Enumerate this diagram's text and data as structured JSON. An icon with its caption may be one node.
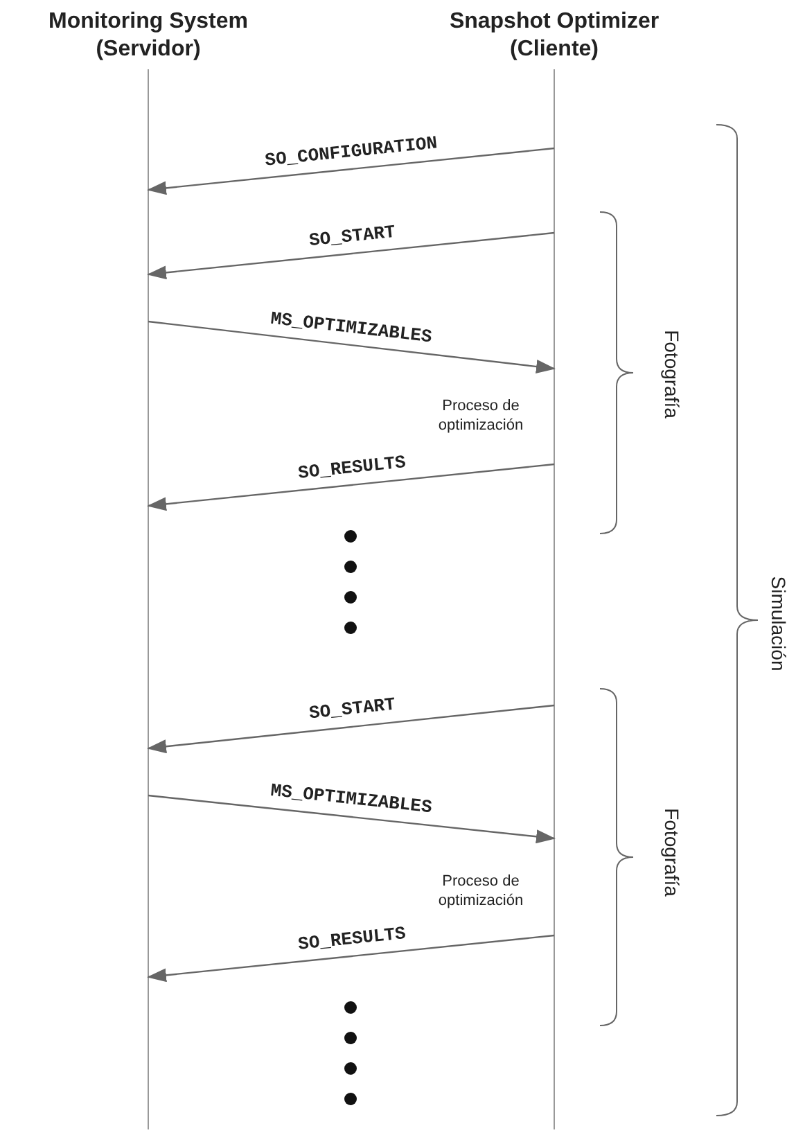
{
  "diagram": {
    "nodes": [
      {
        "text": [
          "Monitoring System (Servidor)"
        ]
      },
      {
        "text": [
          "Snapshot Optimizer (Cliente)"
        ]
      }
    ],
    "edges": [
      {
        "from": 1,
        "to": 0,
        "arrow": "to",
        "label": "SO_CONFIGURATION"
      },
      {
        "from": 1,
        "to": 0,
        "arrow": "to",
        "label": "SO_START"
      },
      {
        "from": 0,
        "to": 1,
        "arrow": "to",
        "label": "MS_OPTIMIZABLES"
      },
      {
        "from": 1,
        "to": 0,
        "arrow": "to",
        "label": "SO_RESULTS"
      },
      {
        "from": 1,
        "to": 0,
        "arrow": "to",
        "label": "SO_START"
      },
      {
        "from": 0,
        "to": 1,
        "arrow": "to",
        "label": "MS_OPTIMIZABLES"
      },
      {
        "from": 1,
        "to": 0,
        "arrow": "to",
        "label": "SO_RESULTS"
      }
    ],
    "labels": [
      "Fotografía",
      "Proceso de optimización",
      "Simulación",
      "Fotografía",
      "Proceso de optimización"
    ]
  }
}
